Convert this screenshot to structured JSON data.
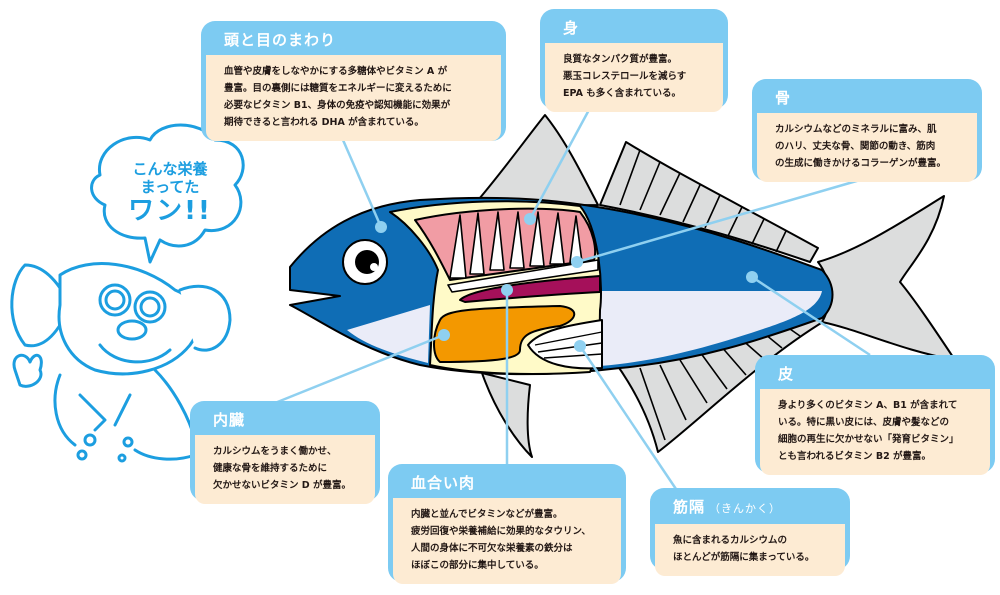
{
  "speech_bubble": {
    "line1": "こんな栄養",
    "line2": "まってた",
    "line3": "ワン!!"
  },
  "cards": {
    "head": {
      "title": "頭と目のまわり",
      "lines": [
        "血管や皮膚をしなやかにする多糖体やビタミン A が",
        "豊富。目の裏側には糖質をエネルギーに変えるために",
        "必要なビタミン B1、身体の免疫や認知機能に効果が",
        "期待できると言われる DHA が含まれている。"
      ]
    },
    "flesh": {
      "title": "身",
      "lines": [
        "良質なタンパク質が豊富。",
        "悪玉コレステロールを減らす",
        "EPA も多く含まれている。"
      ]
    },
    "bone": {
      "title": "骨",
      "lines": [
        "カルシウムなどのミネラルに富み、肌",
        "のハリ、丈夫な骨、関節の動き、筋肉",
        "の生成に働きかけるコラーゲンが豊富。"
      ]
    },
    "skin": {
      "title": "皮",
      "lines": [
        "身より多くのビタミン A、B1 が含まれて",
        "いる。特に黒い皮には、皮膚や髪などの",
        "細胞の再生に欠かせない「発育ビタミン」",
        "とも言われるビタミン B2 が豊富。"
      ]
    },
    "organs": {
      "title": "内臓",
      "lines": [
        "カルシウムをうまく働かせ、",
        "健康な骨を維持するために",
        "欠かせないビタミン D が豊富。"
      ]
    },
    "dark_meat": {
      "title": "血合い肉",
      "lines": [
        "内臓と並んでビタミンなどが豊富。",
        "疲労回復や栄養補給に効果的なタウリン、",
        "人間の身体に不可欠な栄養素の鉄分は",
        "ほぼこの部分に集中している。"
      ]
    },
    "septum": {
      "title": "筋隔",
      "subtitle": "（きんかく）",
      "lines": [
        "魚に含まれるカルシウムの",
        "ほとんどが筋隔に集まっている。"
      ]
    }
  },
  "colors": {
    "card_header": "#7dcbf2",
    "card_body": "#fdebd3",
    "fish_blue": "#0f6db5",
    "fish_belly": "#eaecf8",
    "fin_gray": "#dcdddd",
    "flesh_pink": "#f19ca4",
    "dark_meat": "#a5105a",
    "organs_orange": "#f39800",
    "cavity_cream": "#fffac8",
    "leader_line": "#8fd0f0",
    "dog_line": "#1c9ee0"
  }
}
